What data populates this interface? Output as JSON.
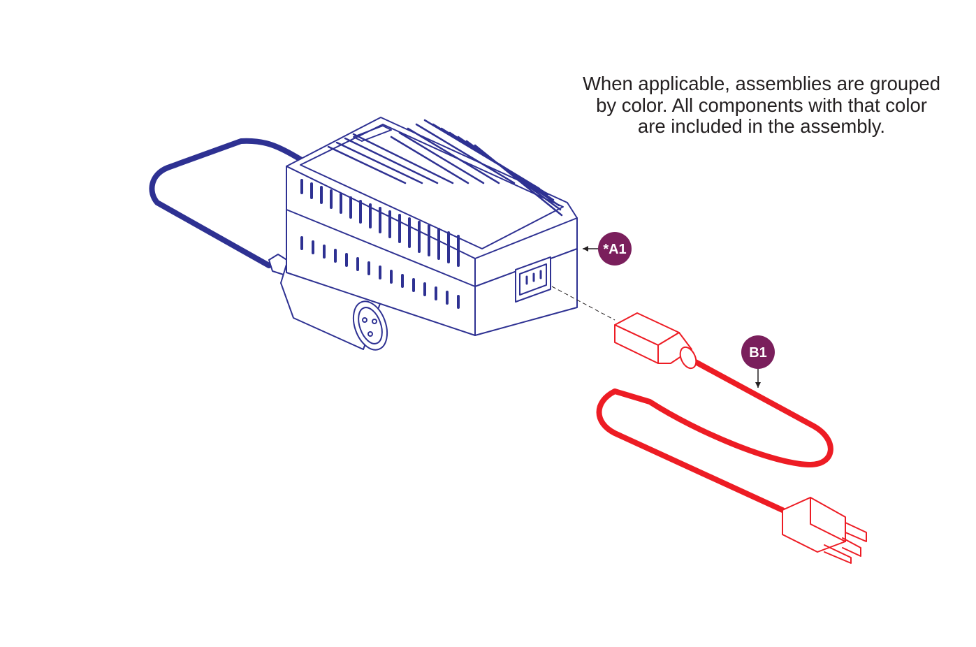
{
  "note": {
    "line1": "When applicable, assemblies are grouped",
    "line2": "by color. All components with that color",
    "line3": "are included in the assembly."
  },
  "callouts": {
    "a1": {
      "label": "*A1",
      "part": "charger",
      "color": "#7a1f5c"
    },
    "b1": {
      "label": "B1",
      "part": "power-cord",
      "color": "#7a1f5c"
    }
  },
  "colors": {
    "charger_assembly": "#2e3192",
    "cord_assembly": "#ed1c24",
    "callout_fill": "#7a1f5c",
    "note_text": "#231f20"
  }
}
